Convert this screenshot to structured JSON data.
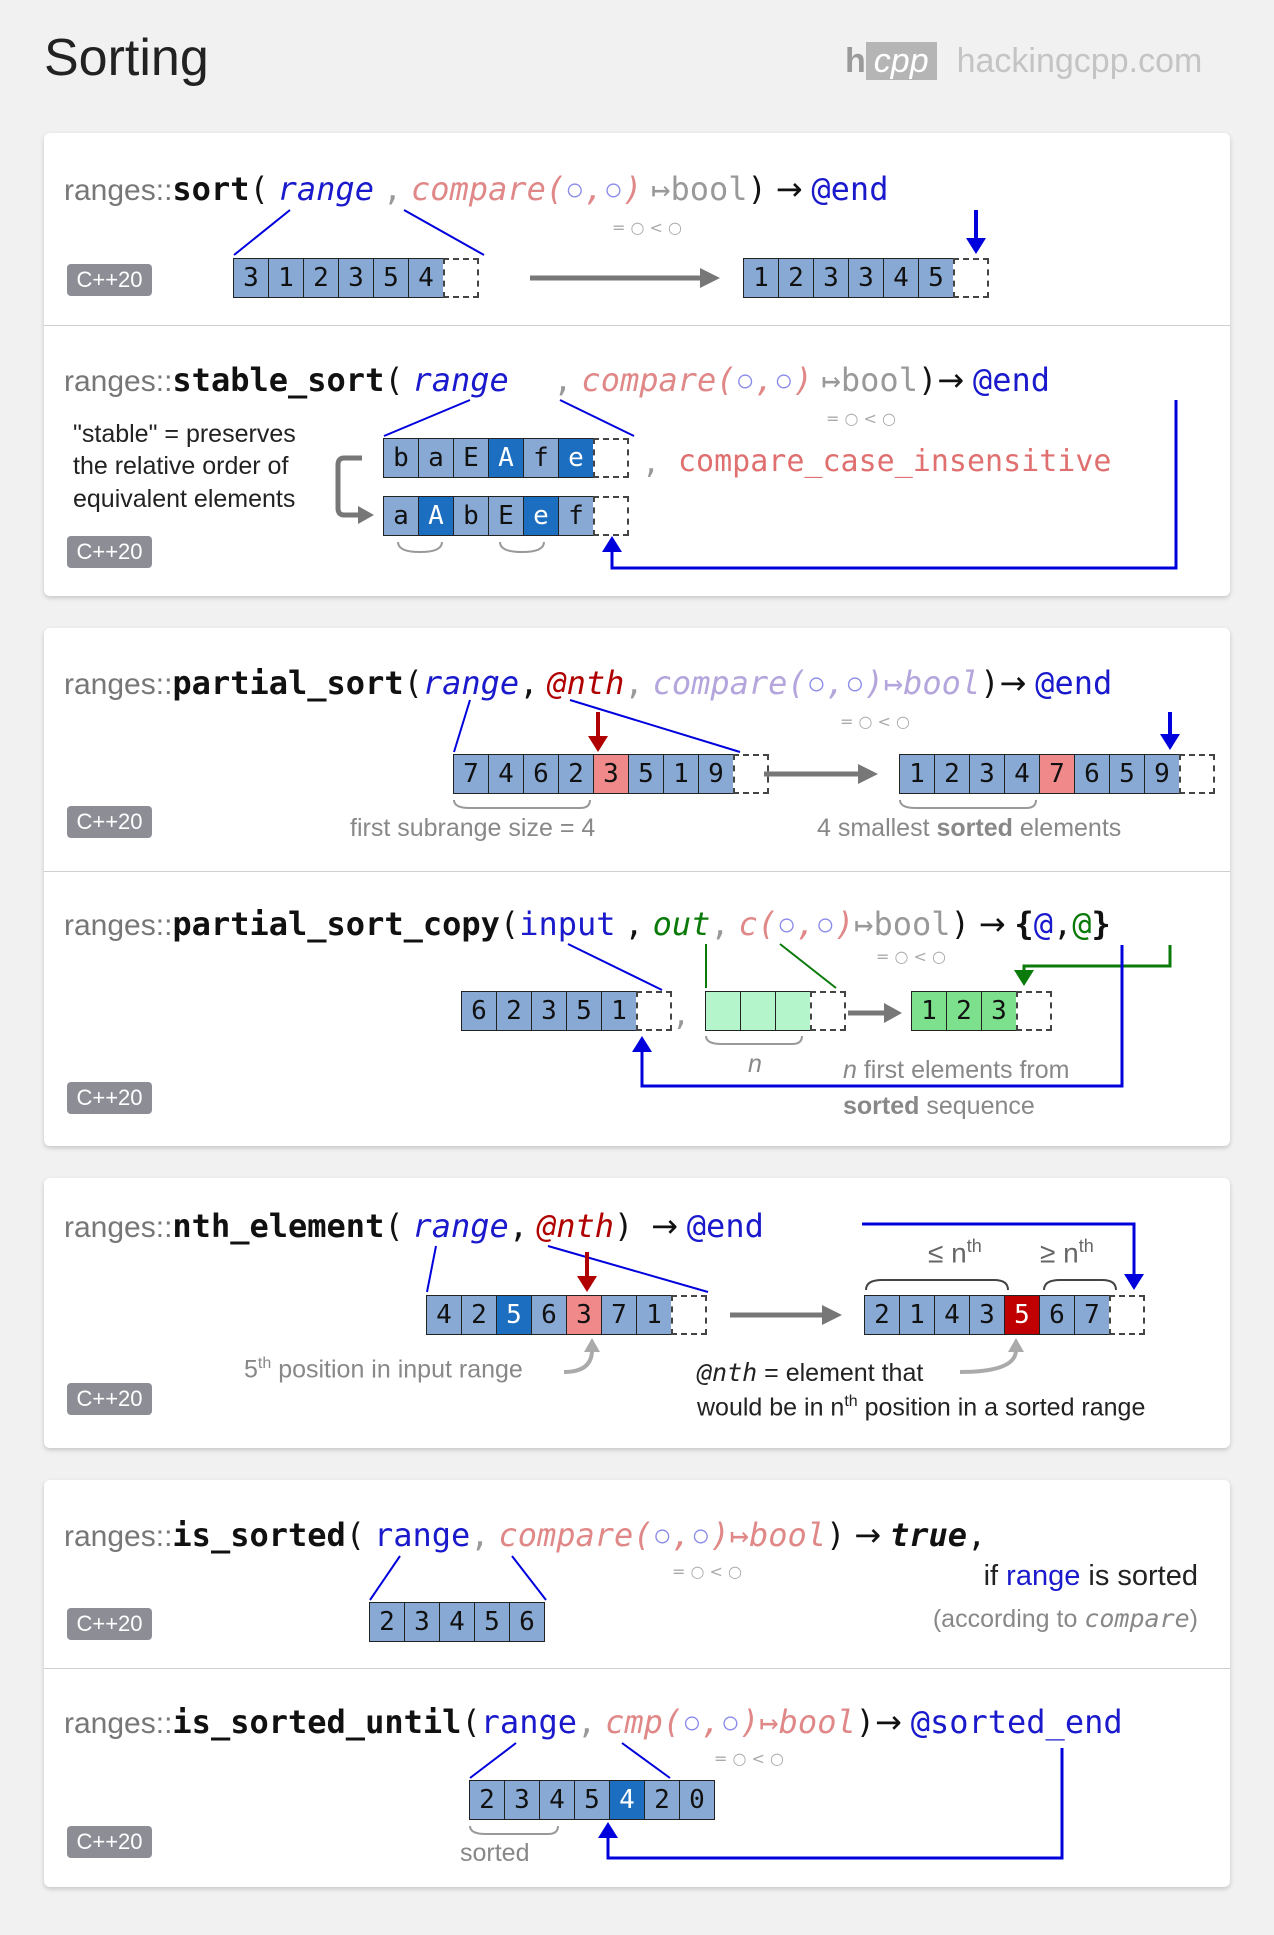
{
  "page": {
    "title": "Sorting",
    "logo_h": "h",
    "logo_cpp": "cpp",
    "logo_site": "hackingcpp.com"
  },
  "badge": "C++20",
  "prefix": "ranges::",
  "eq_hint": "= ○ < ○",
  "sort": {
    "fn": "sort",
    "open": "(",
    "range": "range",
    "comma": ",",
    "compare": "compare(",
    "circ1": "○",
    "circ_sep": ",",
    "circ2": "○",
    "close_cmp": ")",
    "maps": "↦",
    "bool": "bool",
    "close": ")",
    "arrow": "→",
    "ret": "@end",
    "input": [
      "3",
      "1",
      "2",
      "3",
      "5",
      "4"
    ],
    "output": [
      "1",
      "2",
      "3",
      "3",
      "4",
      "5"
    ]
  },
  "stable_sort": {
    "fn": "stable_sort",
    "open": "(",
    "range": "range",
    "comma": ",",
    "compare": "compare(",
    "circ1": "○",
    "circ_sep": ",",
    "circ2": "○",
    "close_cmp": ")",
    "maps": "↦",
    "bool": "bool",
    "close": ")",
    "arrow": "→",
    "ret": "@end",
    "note1": "\"stable\" = preserves",
    "note2": "the relative order of",
    "note3": "equivalent elements",
    "input": [
      "b",
      "a",
      "E",
      "A",
      "f",
      "e"
    ],
    "output": [
      "a",
      "A",
      "b",
      "E",
      "e",
      "f"
    ],
    "cmp_comma": ",",
    "cmp_example": "compare_case_insensitive"
  },
  "partial_sort": {
    "fn": "partial_sort",
    "open": "(",
    "range": "range",
    "comma1": ",",
    "nth": "@nth",
    "comma2": ",",
    "compare": "compare(",
    "circ1": "○",
    "circ_sep": ",",
    "circ2": "○",
    "close_cmp": ")",
    "maps": "↦",
    "bool": "bool",
    "close": ")",
    "arrow": "→",
    "ret": "@end",
    "input": [
      "7",
      "4",
      "6",
      "2",
      "3",
      "5",
      "1",
      "9"
    ],
    "output": [
      "1",
      "2",
      "3",
      "4",
      "7",
      "6",
      "5",
      "9"
    ],
    "note_left": "first subrange size = 4",
    "note_right_a": "4 smallest ",
    "note_right_b": "sorted",
    "note_right_c": " elements"
  },
  "partial_sort_copy": {
    "fn": "partial_sort_copy",
    "open": "(",
    "input": "input",
    "comma1": ",",
    "out": "out",
    "comma2": ",",
    "compare": "c(",
    "circ1": "○",
    "circ_sep": ",",
    "circ2": "○",
    "close_cmp": ")",
    "maps": "↦",
    "bool": "bool",
    "close": ")",
    "arrow": "→",
    "ret_open": "{",
    "ret1": "@",
    "ret_comma": ",",
    "ret2": "@",
    "ret_close": "}",
    "input_vals": [
      "6",
      "2",
      "3",
      "5",
      "1"
    ],
    "out_vals": [
      "1",
      "2",
      "3"
    ],
    "comma3": ",",
    "n_label": "n",
    "note1_n": "n",
    "note1": " first elements from",
    "note2_a": "sorted",
    "note2_b": " sequence"
  },
  "nth_element": {
    "fn": "nth_element",
    "open": "(",
    "range": "range",
    "comma": ",",
    "nth": "@nth",
    "close": ")",
    "arrow": "→",
    "ret": "@end",
    "input": [
      "4",
      "2",
      "5",
      "6",
      "3",
      "7",
      "1"
    ],
    "output": [
      "2",
      "1",
      "4",
      "3",
      "5",
      "6",
      "7"
    ],
    "le": "≤ n",
    "ge": "≥ n",
    "sup_th": "th",
    "note_left_a": "5",
    "note_left_sup": "th",
    "note_left_b": " position in input range",
    "note_right1_a": "@nth",
    "note_right1_b": " = element that",
    "note_right2_a": "would  be in n",
    "note_right2_sup": "th",
    "note_right2_b": " position in a sorted range"
  },
  "is_sorted": {
    "fn": "is_sorted",
    "open": "(",
    "range": "range",
    "comma": ",",
    "compare": "compare(",
    "circ1": "○",
    "circ_sep": ",",
    "circ2": "○",
    "close_cmp": ")",
    "maps": "↦",
    "bool": "bool",
    "close": ")",
    "arrow": "→",
    "ret": "true",
    "ret_comma": ",",
    "values": [
      "2",
      "3",
      "4",
      "5",
      "6"
    ],
    "note1_a": "if ",
    "note1_b": "range",
    "note1_c": " is sorted",
    "note2_a": "(according to ",
    "note2_b": "compare",
    "note2_c": ")"
  },
  "is_sorted_until": {
    "fn": "is_sorted_until",
    "open": "(",
    "range": "range",
    "comma": ",",
    "compare": "cmp(",
    "circ1": "○",
    "circ_sep": ",",
    "circ2": "○",
    "close_cmp": ")",
    "maps": "↦",
    "bool": "bool",
    "close": ")",
    "arrow": "→",
    "ret": "@sorted_end",
    "values": [
      "2",
      "3",
      "4",
      "5",
      "4",
      "2",
      "0"
    ],
    "note": "sorted"
  },
  "colors": {
    "blue": "#0000dd",
    "red": "#b00000",
    "green": "#0a7a0a",
    "cell_blue": "#88a9d4",
    "cell_dark": "#1b6ec0",
    "pink": "#f08a8a",
    "arrow_gray": "#777777"
  }
}
